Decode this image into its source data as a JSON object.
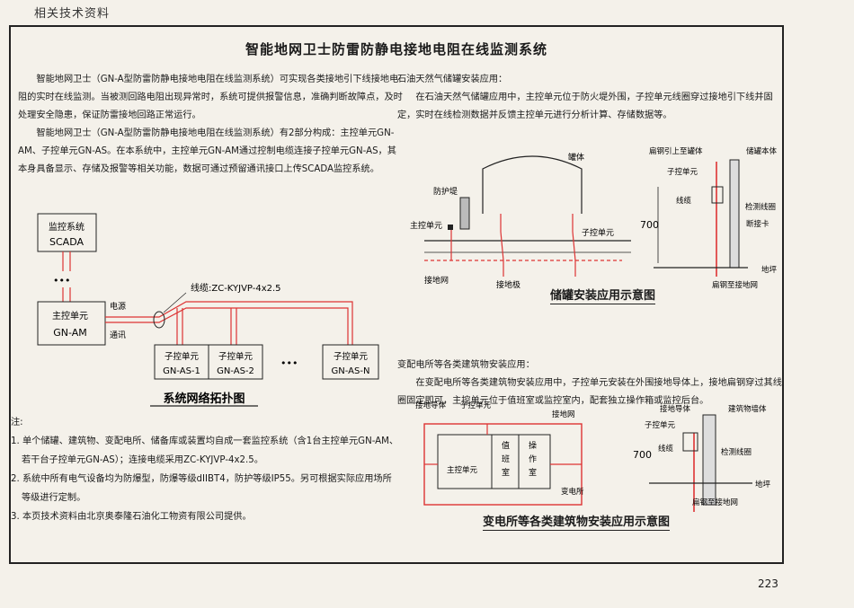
{
  "header": "相关技术资料",
  "title": "智能地网卫士防雷防静电接地电阻在线监测系统",
  "left_paragraphs": [
    "智能地网卫士（GN-A型防雷防静电接地电阻在线监测系统）可实现各类接地引下线接地电阻的实时在线监测。当被测回路电阻出现异常时，系统可提供报警信息，准确判断故障点，及时处理安全隐患，保证防雷接地回路正常运行。",
    "智能地网卫士（GN-A型防雷防静电接地电阻在线监测系统）有2部分构成：主控单元GN-AM、子控单元GN-AS。在本系统中，主控单元GN-AM通过控制电缆连接子控单元GN-AS，其本身具备显示、存储及报警等相关功能，数据可通过预留通讯接口上传SCADA监控系统。"
  ],
  "topology": {
    "scada_line1": "监控系统",
    "scada_line2": "SCADA",
    "dots": "•••",
    "main_line1": "主控单元",
    "main_line2": "GN-AM",
    "power": "电源",
    "comm": "通讯",
    "cable": "线缆:ZC-KYJVP-4x2.5",
    "sub1_line1": "子控单元",
    "sub1_line2": "GN-AS-1",
    "sub2_line1": "子控单元",
    "sub2_line2": "GN-AS-2",
    "subn_line1": "子控单元",
    "subn_line2": "GN-AS-N",
    "caption": "系统网络拓扑图"
  },
  "notes": {
    "heading": "注:",
    "items": [
      "1. 单个储罐、建筑物、变配电所、储备库或装置均自成一套监控系统（含1台主控单元GN-AM、若干台子控单元GN-AS）；连接电缆采用ZC-KYJVP-4x2.5。",
      "2. 系统中所有电气设备均为防爆型，防爆等级dIIBT4，防护等级IP55。另可根据实际应用场所等级进行定制。",
      "3. 本页技术资料由北京奥泰隆石油化工物资有限公司提供。"
    ]
  },
  "tank_section": {
    "heading": "石油天然气储罐安装应用：",
    "body": "在石油天然气储罐应用中，主控单元位于防火堤外围，子控单元线圈穿过接地引下线并固定，实时在线检测数据并反馈主控单元进行分析计算、存储数据等。",
    "labels": {
      "tank": "罐体",
      "dike": "防护堤",
      "main": "主控单元",
      "sub": "子控单元",
      "grid": "接地网",
      "pole": "接地极",
      "steel_up": "扁钢引上至罐体",
      "tank_body": "储罐本体",
      "sub2": "子控单元",
      "cable": "线缆",
      "coil": "检测线圈",
      "clip": "断接卡",
      "dim": "700",
      "ground": "地坪",
      "steel_down": "扁钢至接地网"
    },
    "caption": "储罐安装应用示意图"
  },
  "substation_section": {
    "heading": "变配电所等各类建筑物安装应用：",
    "body": "在变配电所等各类建筑物安装应用中，子控单元安装在外围接地导体上，接地扁钢穿过其线圈固定即可，主控单元位于值班室或监控室内，配套独立操作箱或监控后台。",
    "labels": {
      "conductor": "接地导体",
      "sub": "子控单元",
      "grid": "接地网",
      "duty1": "值",
      "duty2": "班",
      "duty3": "室",
      "op1": "操",
      "op2": "作",
      "op3": "室",
      "main": "主控单元",
      "substation": "变电所",
      "conductor2": "接地导体",
      "wall": "建筑物墙体",
      "sub2": "子控单元",
      "cable": "线缆",
      "coil": "检测线圈",
      "dim": "700",
      "ground": "地坪",
      "steel_down": "扁钢至接地网"
    },
    "caption": "变电所等各类建筑物安装应用示意图"
  },
  "page_number": "223"
}
